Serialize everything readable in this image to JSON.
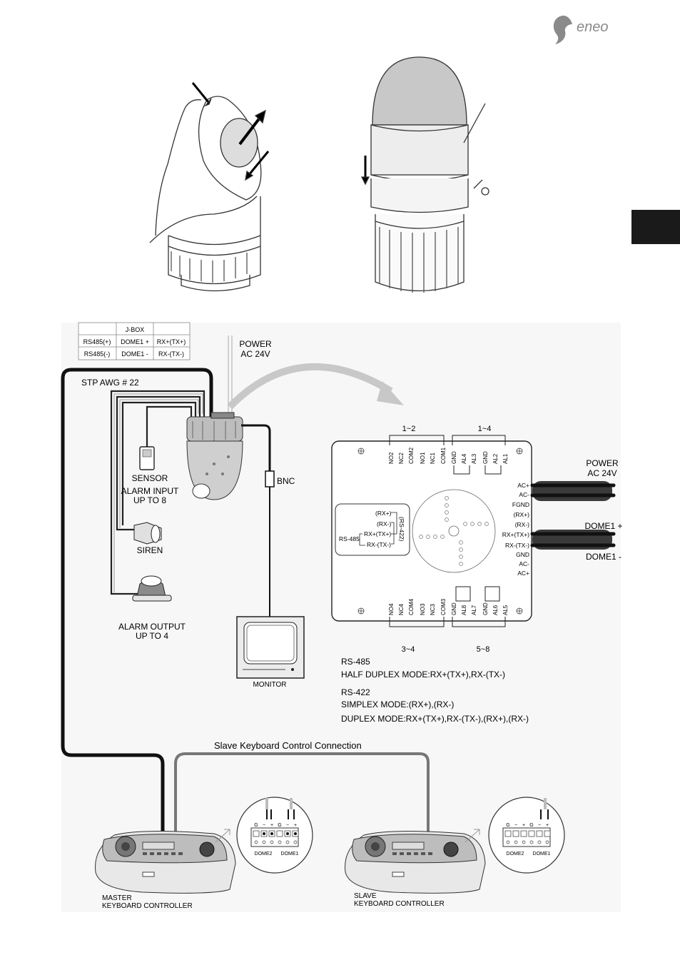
{
  "brand": {
    "logo_text": "eneo"
  },
  "jbox_table": {
    "header": [
      "",
      "J-BOX",
      ""
    ],
    "rows": [
      [
        "RS485(+)",
        "DOME1 +",
        "RX+(TX+)"
      ],
      [
        "RS485(-)",
        "DOME1 -",
        "RX-(TX-)"
      ]
    ]
  },
  "labels": {
    "power_top_1": "POWER",
    "power_top_2": "AC 24V",
    "stp": "STP AWG # 22",
    "sensor": "SENSOR",
    "alarm_input_1": "ALARM INPUT",
    "alarm_input_2": "UP TO 8",
    "siren": "SIREN",
    "alarm_output_1": "ALARM OUTPUT",
    "alarm_output_2": "UP TO 4",
    "bnc": "BNC",
    "monitor": "MONITOR",
    "power_right_1": "POWER",
    "power_right_2": "AC 24V",
    "dome1_plus": "DOME1 +",
    "dome1_minus": "DOME1 -",
    "slave_conn": "Slave Keyboard Control Connection",
    "master_1": "MASTER",
    "master_2": "KEYBOARD CONTROLLER",
    "slave_1": "SLAVE",
    "slave_2": "KEYBOARD CONTROLLER"
  },
  "board": {
    "groups_top": [
      "1~2",
      "1~4"
    ],
    "groups_bottom": [
      "3~4",
      "5~8"
    ],
    "top_pins_a": [
      "NO2",
      "NC2",
      "COM2",
      "NO1",
      "NC1",
      "COM1"
    ],
    "top_pins_b": [
      "GND",
      "AL4",
      "AL3",
      "GND",
      "AL2",
      "AL1"
    ],
    "bottom_pins_a": [
      "NO4",
      "NC4",
      "COM4",
      "NO3",
      "NC3",
      "COM3"
    ],
    "bottom_pins_b": [
      "GND",
      "AL8",
      "AL7",
      "GND",
      "AL6",
      "AL5"
    ],
    "right_terms": [
      "AC+",
      "AC-",
      "FGND",
      "(RX+)",
      "(RX-)",
      "RX+(TX+)",
      "RX-(TX-)",
      "GND",
      "AC-",
      "AC+"
    ],
    "rs_inner": [
      "(RX+)",
      "(RX-)",
      "RX+(TX+)",
      "RX-(TX-)"
    ],
    "rs485": "RS-485",
    "rs422": "(RS-422)"
  },
  "notes": {
    "rs485_title": "RS-485",
    "rs485_line": "HALF DUPLEX MODE:RX+(TX+),RX-(TX-)",
    "rs422_title": "RS-422",
    "rs422_simplex": "SIMPLEX MODE:(RX+),(RX-)",
    "rs422_duplex": "DUPLEX MODE:RX+(TX+),RX-(TX-),(RX+),(RX-)"
  },
  "keyboard_terminal": {
    "pins": [
      "G",
      "−",
      "+",
      "G",
      "−",
      "+"
    ],
    "dome2": "DOME2",
    "dome1": "DOME1"
  }
}
